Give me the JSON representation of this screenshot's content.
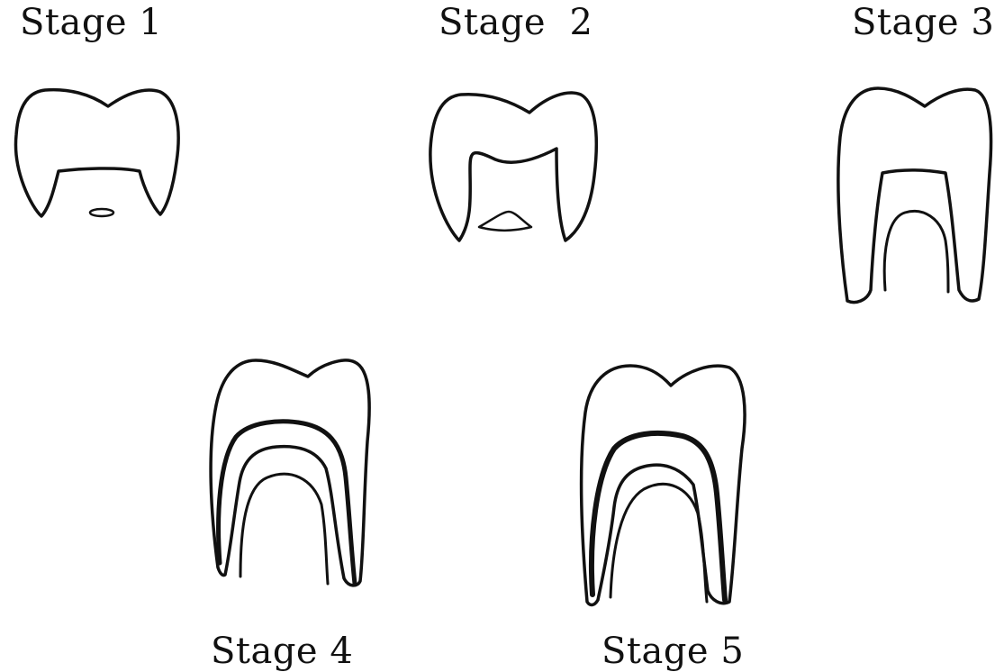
{
  "stages": [
    {
      "label": "Stage 1"
    },
    {
      "label": "Stage  2"
    },
    {
      "label": "Stage 3"
    },
    {
      "label": "Stage 4"
    },
    {
      "label": "Stage 5"
    }
  ],
  "stroke_color": "#111111",
  "background": "#ffffff"
}
